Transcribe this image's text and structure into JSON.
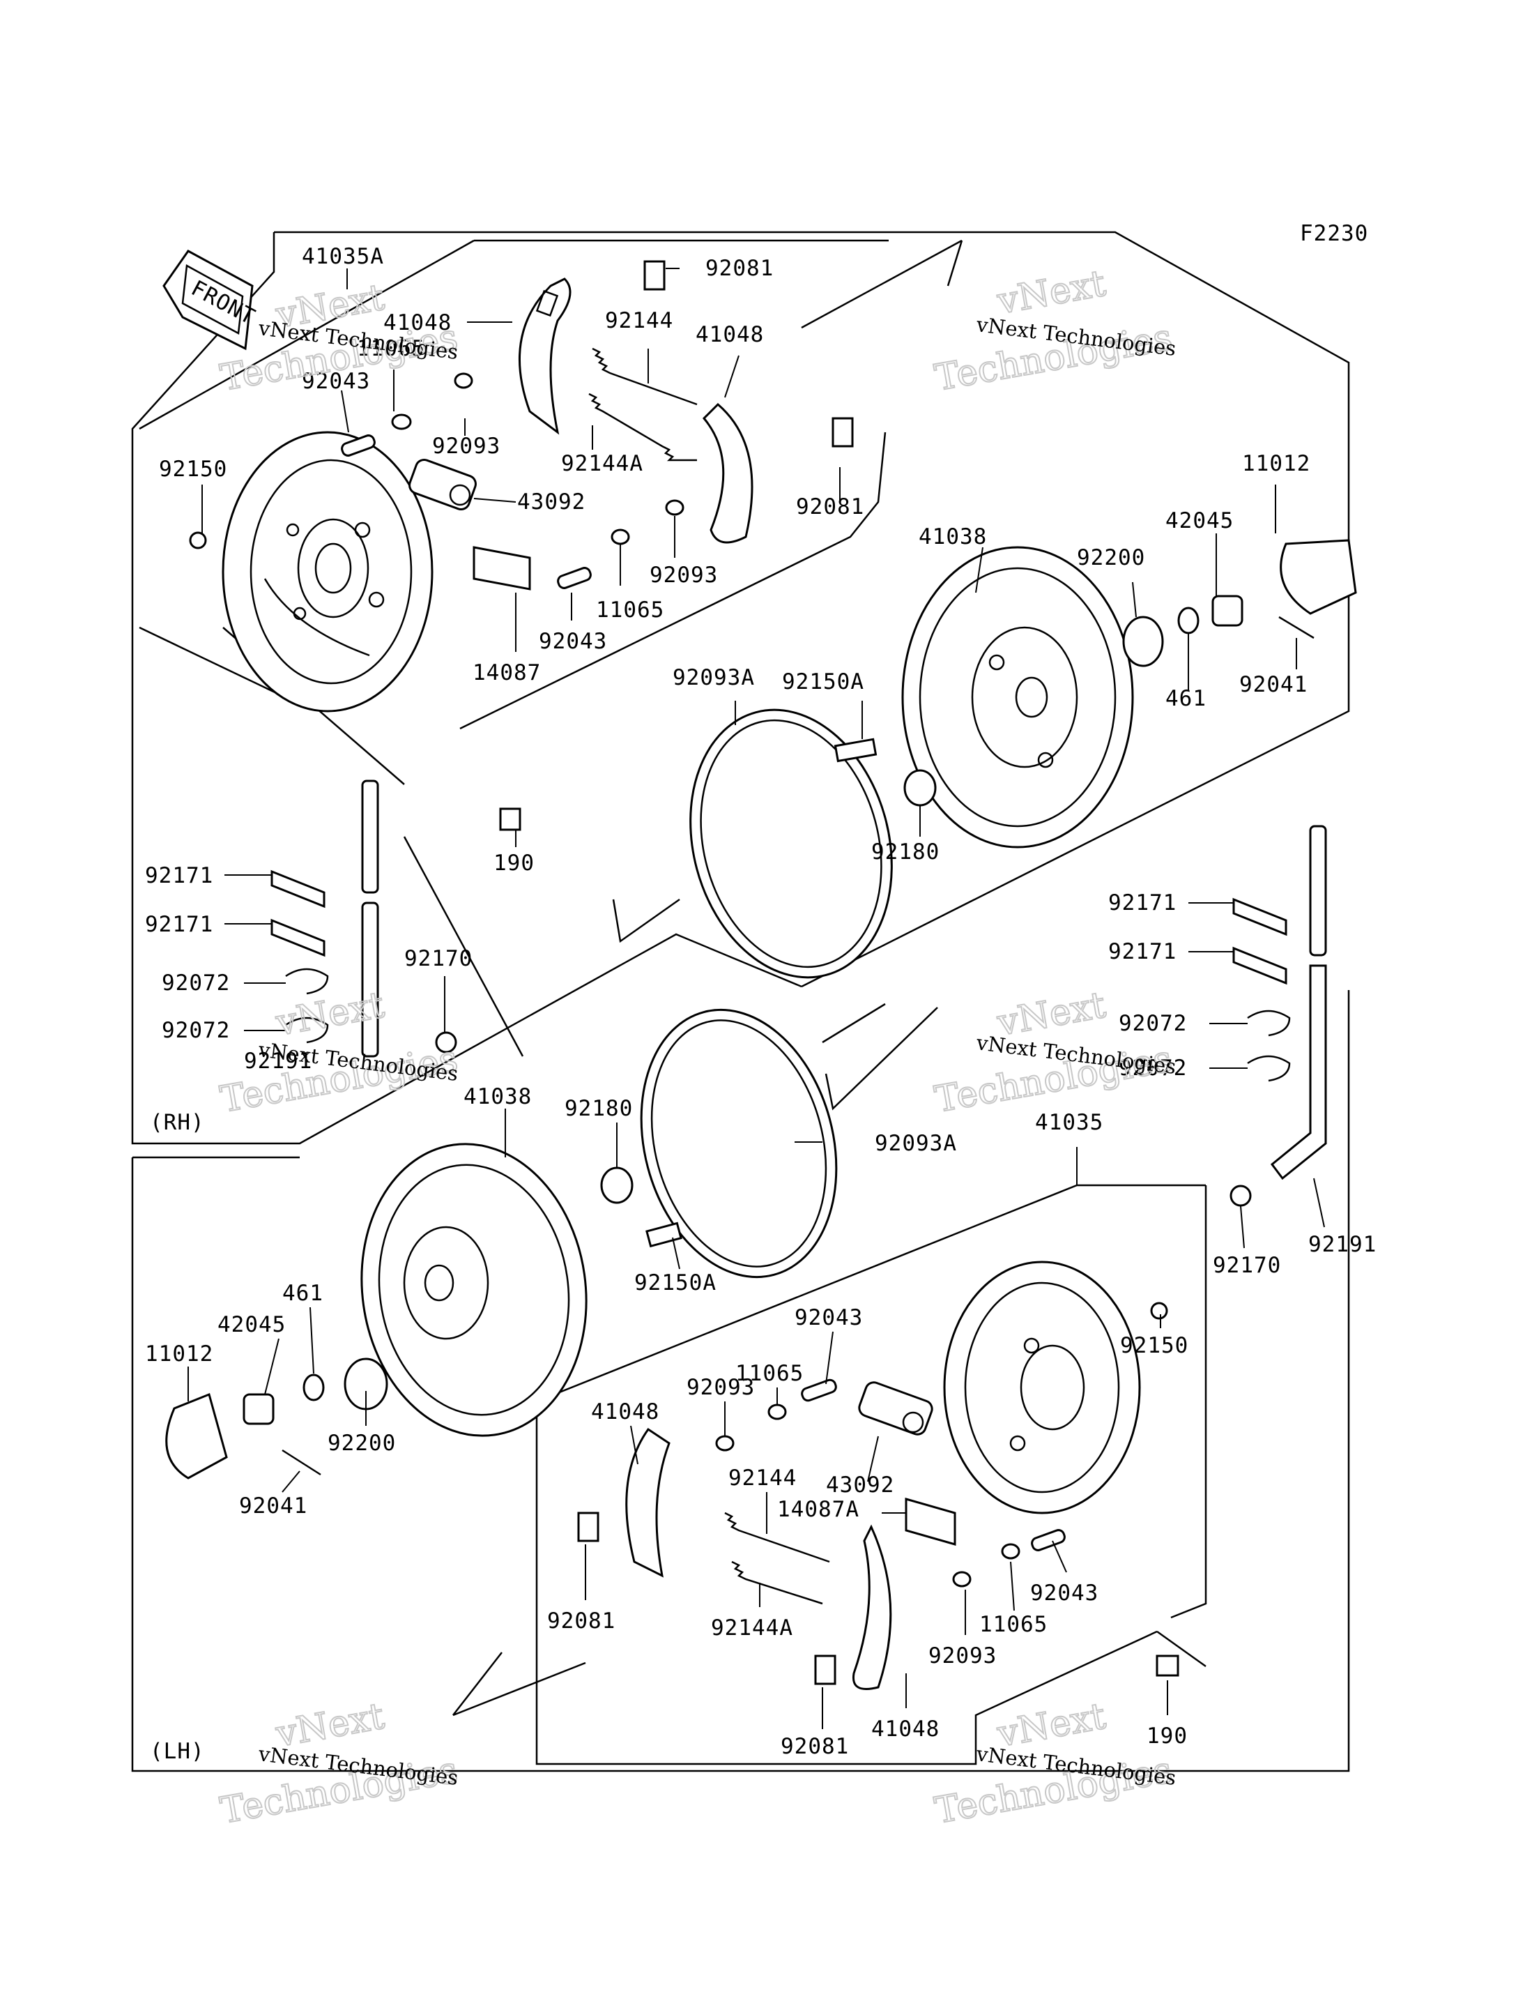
{
  "figure_code": "F2230",
  "front_label": "FRONT",
  "sections": {
    "rh": "(RH)",
    "lh": "(LH)"
  },
  "watermark": {
    "small": "vNext Technologies",
    "big_top": "vNext",
    "big_bottom": "Technologies"
  },
  "parts": {
    "p_41035A": "41035A",
    "p_41048_a": "41048",
    "p_92081_a": "92081",
    "p_92144_a": "92144",
    "p_41048_b": "41048",
    "p_11065_a": "11065",
    "p_92043_a": "92043",
    "p_92093_a": "92093",
    "p_92144A_a": "92144A",
    "p_92150_a": "92150",
    "p_43092_a": "43092",
    "p_92081_b": "92081",
    "p_92093_b": "92093",
    "p_11065_b": "11065",
    "p_92043_b": "92043",
    "p_14087": "14087",
    "p_11012_a": "11012",
    "p_42045_a": "42045",
    "p_41038_a": "41038",
    "p_92200_a": "92200",
    "p_461_a": "461",
    "p_92041_a": "92041",
    "p_92093A_a": "92093A",
    "p_92150A_a": "92150A",
    "p_190_a": "190",
    "p_92180_a": "92180",
    "p_92171_a": "92171",
    "p_92171_b": "92171",
    "p_92072_a": "92072",
    "p_92170_a": "92170",
    "p_92072_b": "92072",
    "p_92191_a": "92191",
    "p_92171_c": "92171",
    "p_92171_d": "92171",
    "p_92072_c": "92072",
    "p_92072_d": "92072",
    "p_41038_b": "41038",
    "p_92180_b": "92180",
    "p_92093A_b": "92093A",
    "p_41035": "41035",
    "p_92191_b": "92191",
    "p_92170_b": "92170",
    "p_92150A_b": "92150A",
    "p_461_b": "461",
    "p_42045_b": "42045",
    "p_11012_b": "11012",
    "p_92200_b": "92200",
    "p_92043_c": "92043",
    "p_11065_c": "11065",
    "p_92093_c": "92093",
    "p_41048_c": "41048",
    "p_92150_b": "92150",
    "p_92041_b": "92041",
    "p_92144_b": "92144",
    "p_43092_b": "43092",
    "p_14087A": "14087A",
    "p_92081_c": "92081",
    "p_92144A_b": "92144A",
    "p_92043_d": "92043",
    "p_11065_d": "11065",
    "p_92093_d": "92093",
    "p_92081_d": "92081",
    "p_41048_d": "41048",
    "p_190_b": "190"
  }
}
